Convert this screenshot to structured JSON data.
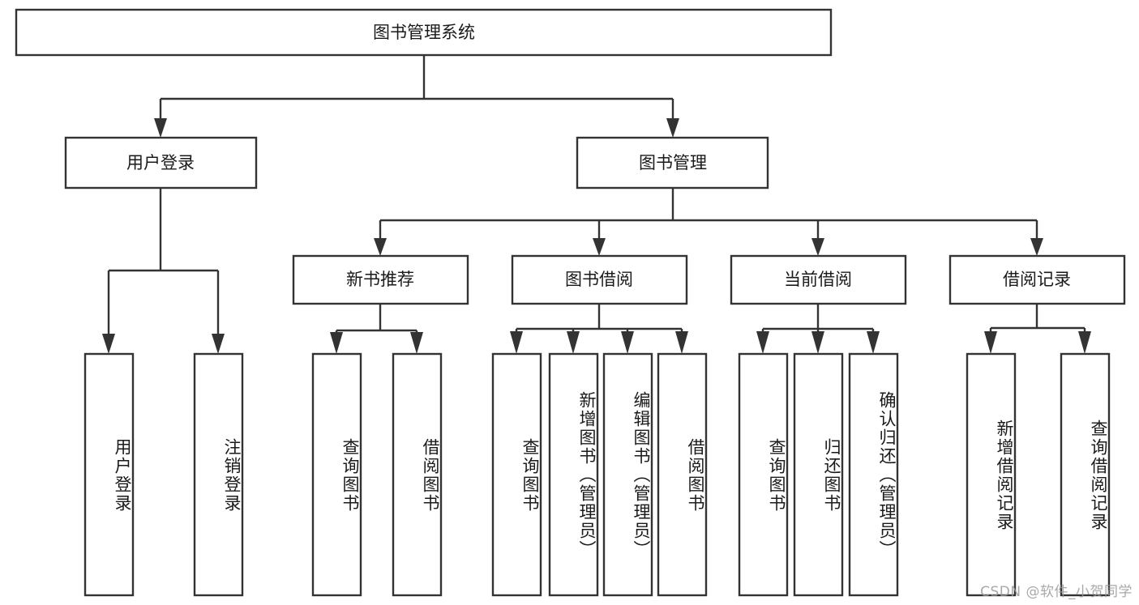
{
  "diagram": {
    "type": "tree-hierarchy-chart",
    "title": "图书管理系统",
    "orientation": "top-down",
    "box_fill": "#ffffff",
    "box_stroke": "#333333",
    "text_color": "#1a1a1a",
    "levels": [
      {
        "level": 1,
        "nodes": [
          {
            "id": "root",
            "label": "图书管理系统",
            "text_direction": "horizontal"
          }
        ]
      },
      {
        "level": 2,
        "nodes": [
          {
            "id": "login",
            "label": "用户登录",
            "parent": "root",
            "text_direction": "horizontal"
          },
          {
            "id": "bookmgmt",
            "label": "图书管理",
            "parent": "root",
            "text_direction": "horizontal"
          }
        ]
      },
      {
        "level": 3,
        "nodes": [
          {
            "id": "newbook",
            "label": "新书推荐",
            "parent": "bookmgmt",
            "text_direction": "horizontal"
          },
          {
            "id": "borrow",
            "label": "图书借阅",
            "parent": "bookmgmt",
            "text_direction": "horizontal"
          },
          {
            "id": "current",
            "label": "当前借阅",
            "parent": "bookmgmt",
            "text_direction": "horizontal"
          },
          {
            "id": "records",
            "label": "借阅记录",
            "parent": "bookmgmt",
            "text_direction": "horizontal"
          }
        ]
      },
      {
        "level": 4,
        "nodes": [
          {
            "id": "leaf1",
            "label": "用户登录",
            "parent": "login",
            "text_direction": "vertical"
          },
          {
            "id": "leaf2",
            "label": "注销登录",
            "parent": "login",
            "text_direction": "vertical"
          },
          {
            "id": "leaf3",
            "label": "查询图书",
            "parent": "newbook",
            "text_direction": "vertical"
          },
          {
            "id": "leaf4",
            "label": "借阅图书",
            "parent": "newbook",
            "text_direction": "vertical"
          },
          {
            "id": "leaf5",
            "label": "查询图书",
            "parent": "borrow",
            "text_direction": "vertical"
          },
          {
            "id": "leaf6",
            "label": "新增图书（管理员）",
            "parent": "borrow",
            "text_direction": "vertical"
          },
          {
            "id": "leaf7",
            "label": "编辑图书（管理员）",
            "parent": "borrow",
            "text_direction": "vertical"
          },
          {
            "id": "leaf8",
            "label": "借阅图书",
            "parent": "borrow",
            "text_direction": "vertical"
          },
          {
            "id": "leaf9",
            "label": "查询图书",
            "parent": "current",
            "text_direction": "vertical"
          },
          {
            "id": "leaf10",
            "label": "归还图书",
            "parent": "current",
            "text_direction": "vertical"
          },
          {
            "id": "leaf11",
            "label": "确认归还（管理员）",
            "parent": "current",
            "text_direction": "vertical"
          },
          {
            "id": "leaf12",
            "label": "新增借阅记录",
            "parent": "records",
            "text_direction": "vertical"
          },
          {
            "id": "leaf13",
            "label": "查询借阅记录",
            "parent": "records",
            "text_direction": "vertical"
          }
        ]
      }
    ]
  },
  "watermark": {
    "text": "CSDN @软件_小贺同学"
  }
}
